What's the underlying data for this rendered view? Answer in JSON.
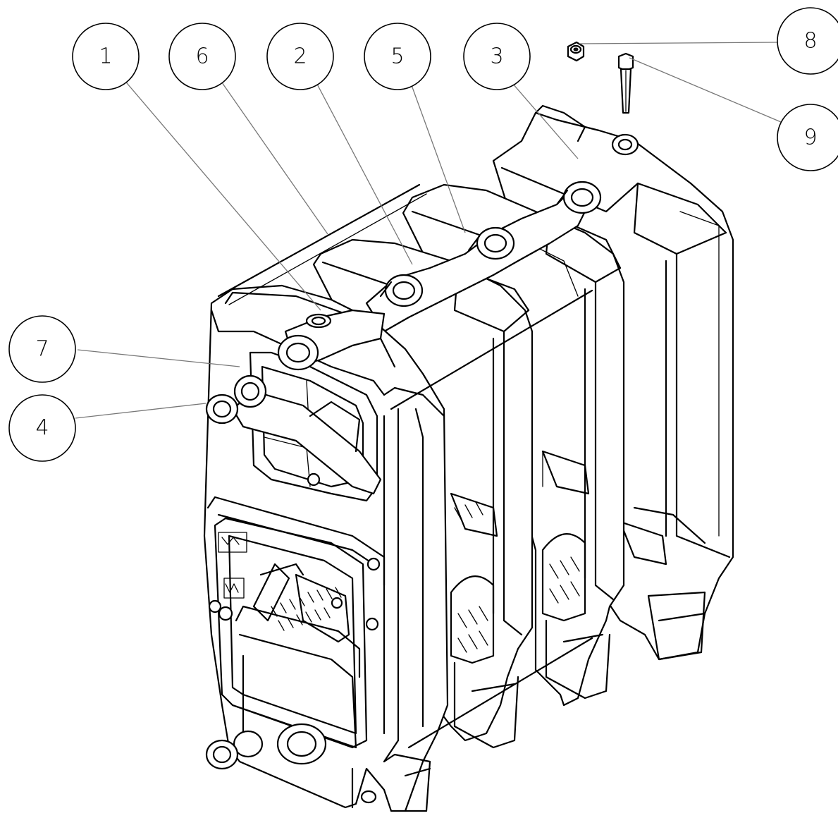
{
  "diagram": {
    "callouts": [
      {
        "label": "1"
      },
      {
        "label": "6"
      },
      {
        "label": "2"
      },
      {
        "label": "5"
      },
      {
        "label": "3"
      },
      {
        "label": "8"
      },
      {
        "label": "9"
      },
      {
        "label": "7"
      },
      {
        "label": "4"
      }
    ]
  },
  "colors": {
    "line": "#000000",
    "leader": "#777777",
    "background": "#ffffff"
  }
}
